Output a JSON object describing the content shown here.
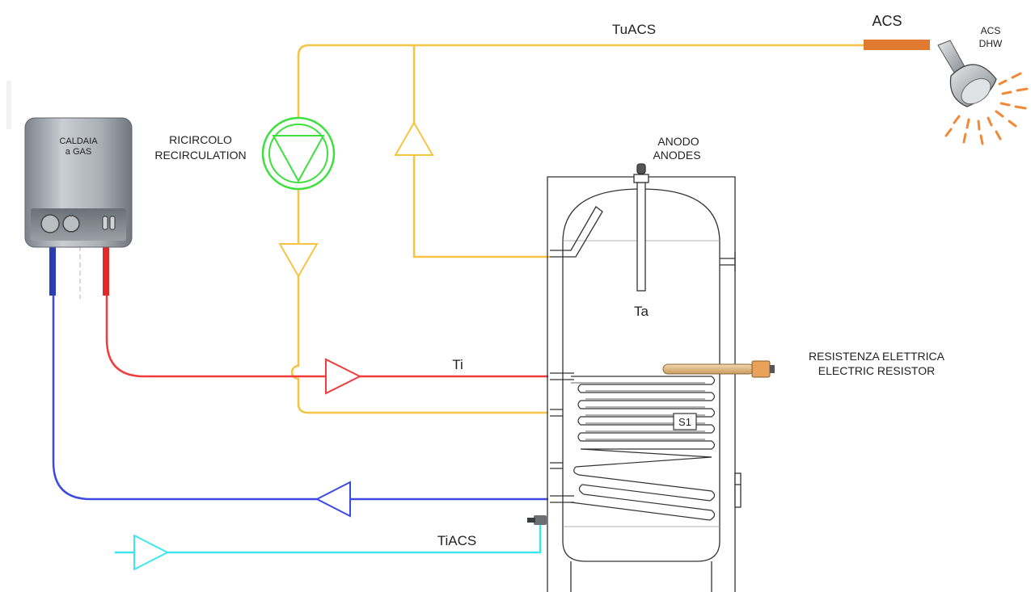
{
  "boiler": {
    "line1": "CALDAIA",
    "line2": "a GAS"
  },
  "pump": {
    "line1": "RICIRCOLO",
    "line2": "RECIRCULATION"
  },
  "pipes": {
    "hot_outlet": "TuACS",
    "heating_inlet": "Ti",
    "cold_inlet": "TiACS"
  },
  "outlet": {
    "label": "ACS"
  },
  "shower": {
    "line1": "ACS",
    "line2": "DHW"
  },
  "anode": {
    "line1": "ANODO",
    "line2": "ANODES"
  },
  "tank": {
    "temp_label": "Ta",
    "sensor_label": "S1"
  },
  "resistor": {
    "line1": "RESISTENZA ELETTRICA",
    "line2": "ELECTRIC RESISTOR"
  },
  "colors": {
    "hot_water": "#f5c443",
    "heating_flow": "#f03c3c",
    "heating_return": "#3d4ae0",
    "cold_water": "#3fe6f0",
    "pump": "#3ee03e",
    "outlet_bar": "#e07a30",
    "tank_line": "#333333"
  }
}
